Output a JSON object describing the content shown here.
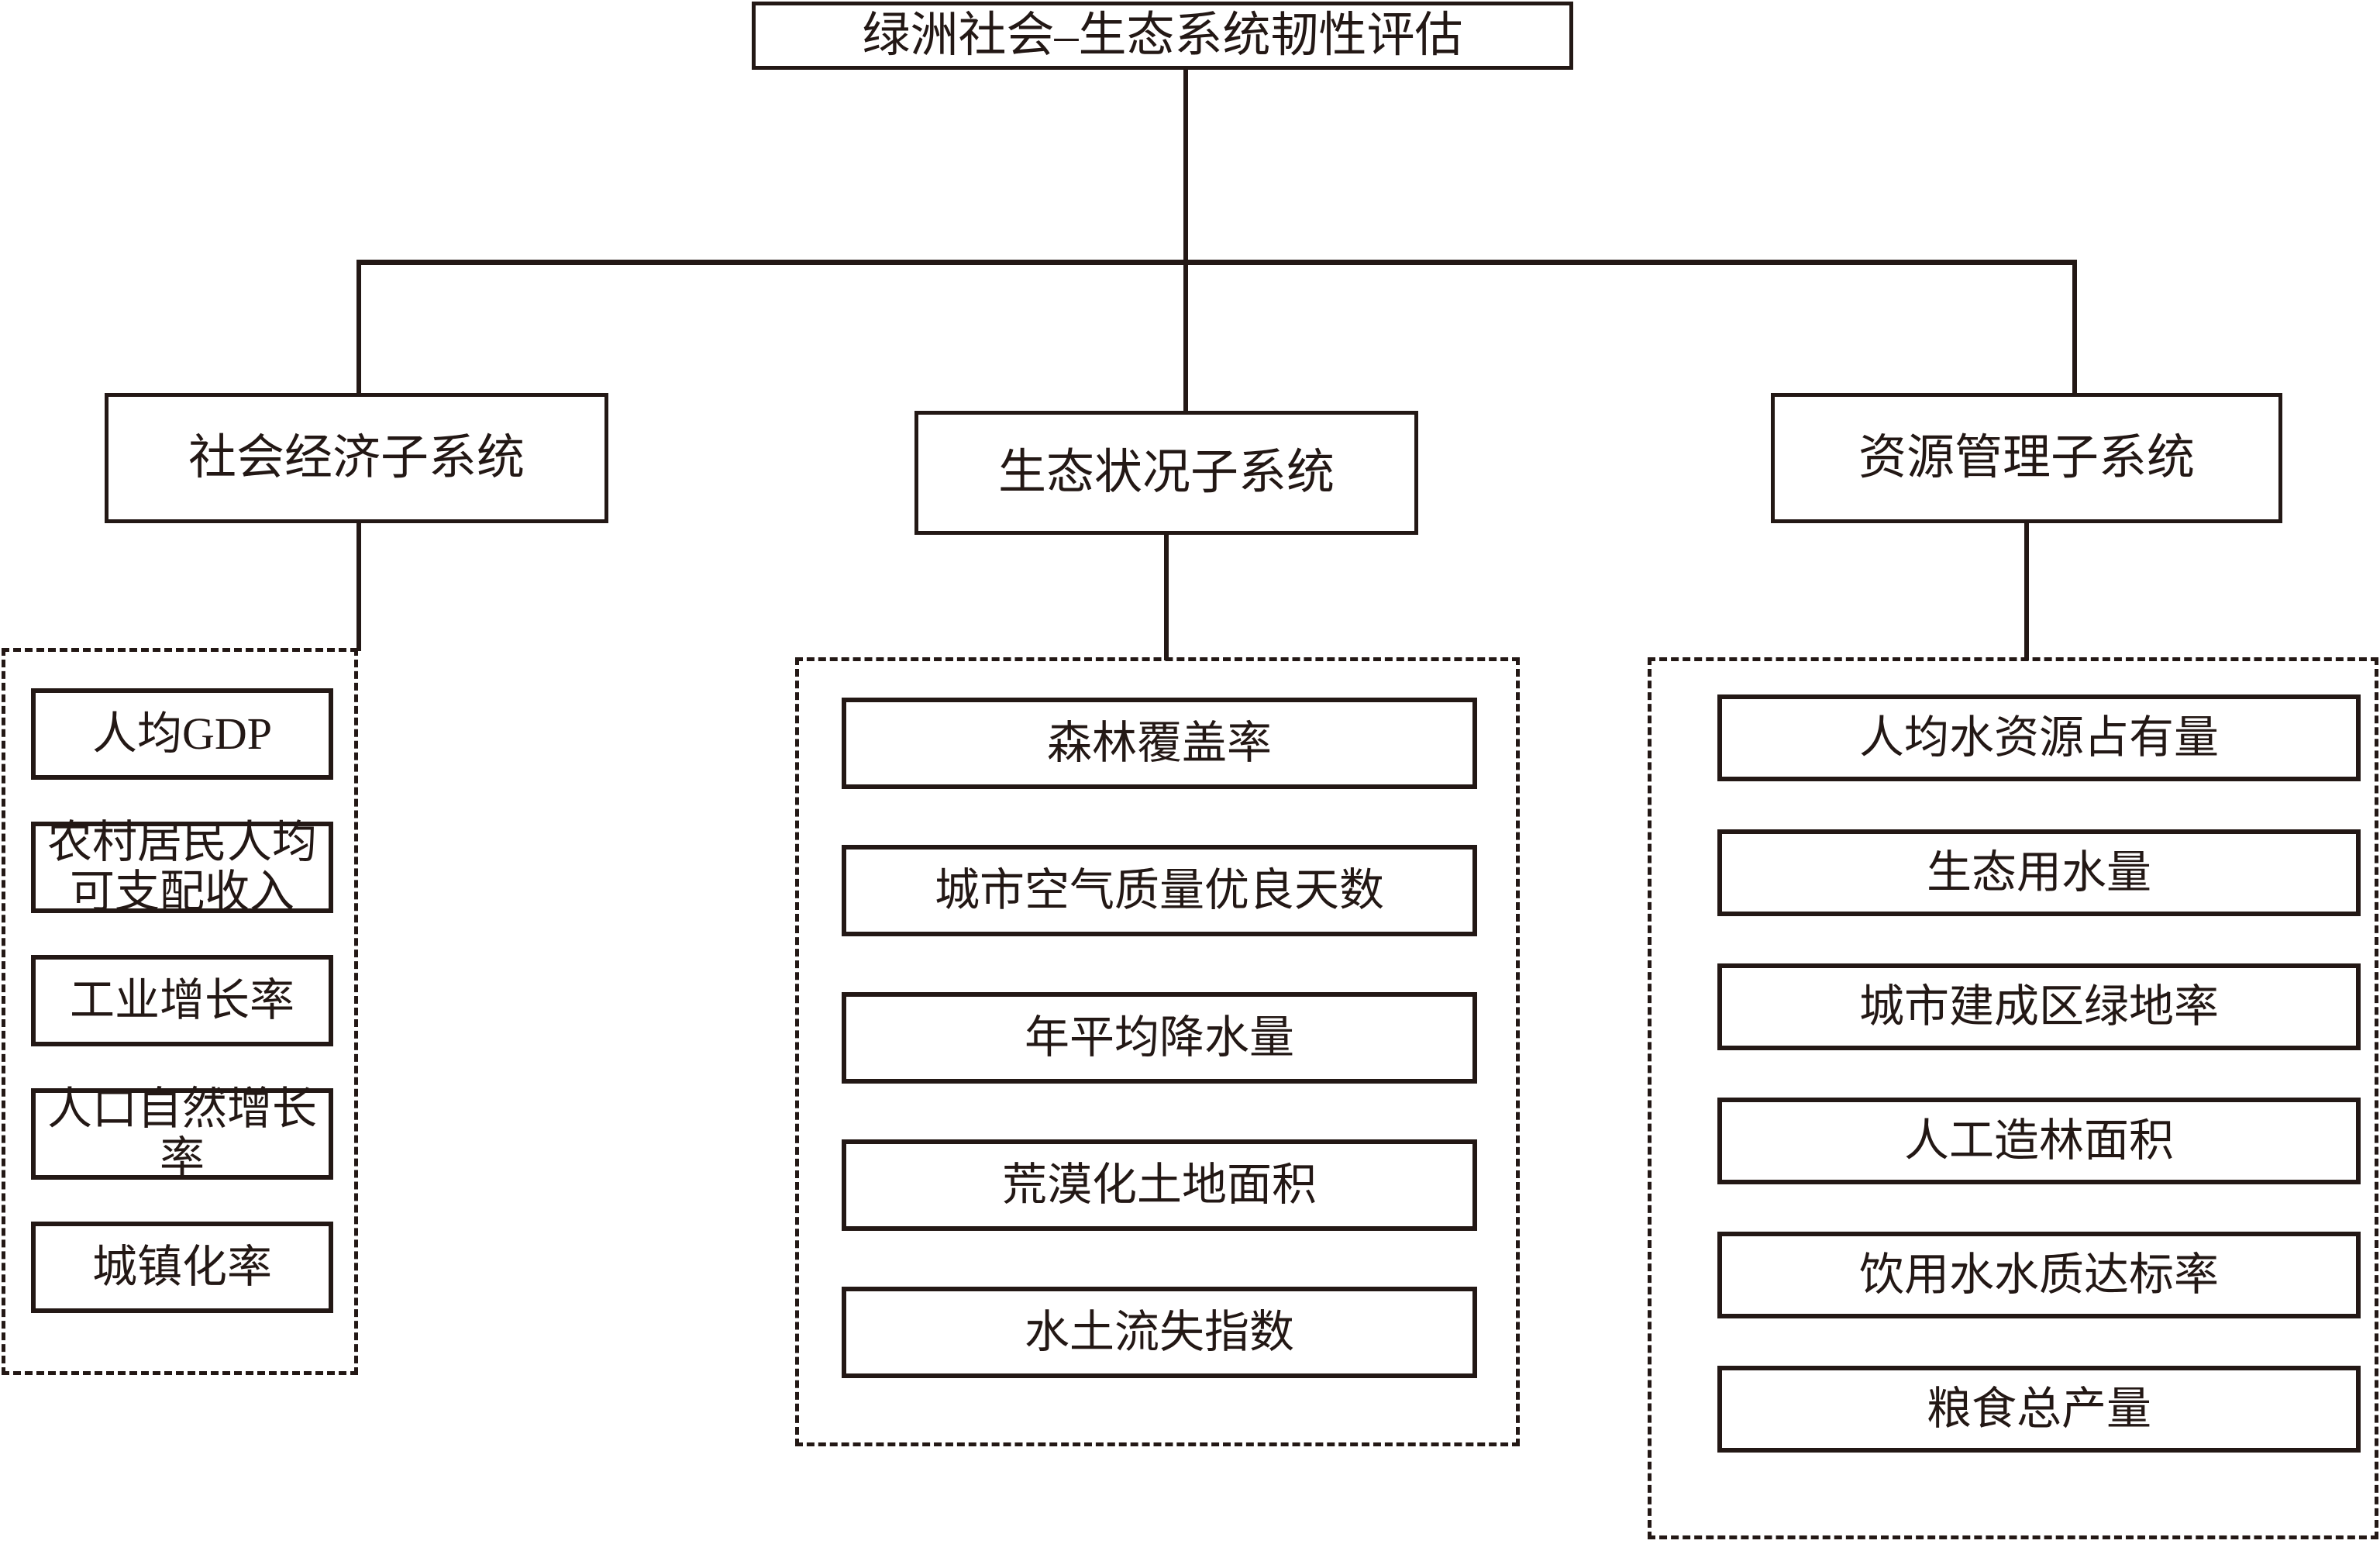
{
  "diagram": {
    "type": "hierarchy-tree",
    "root": {
      "label": "绿洲社会–生态系统韧性评估"
    },
    "subsystems": [
      {
        "label": "社会经济子系统",
        "indicators": [
          "人均GDP",
          "农村居民人均可支配收入",
          "工业增长率",
          "人口自然增长率",
          "城镇化率"
        ]
      },
      {
        "label": "生态状况子系统",
        "indicators": [
          "森林覆盖率",
          "城市空气质量优良天数",
          "年平均降水量",
          "荒漠化土地面积",
          "水土流失指数"
        ]
      },
      {
        "label": "资源管理子系统",
        "indicators": [
          "人均水资源占有量",
          "生态用水量",
          "城市建成区绿地率",
          "人工造林面积",
          "饮用水水质达标率",
          "粮食总产量"
        ]
      }
    ],
    "colors": {
      "stroke": "#231815",
      "background": "#ffffff"
    }
  }
}
